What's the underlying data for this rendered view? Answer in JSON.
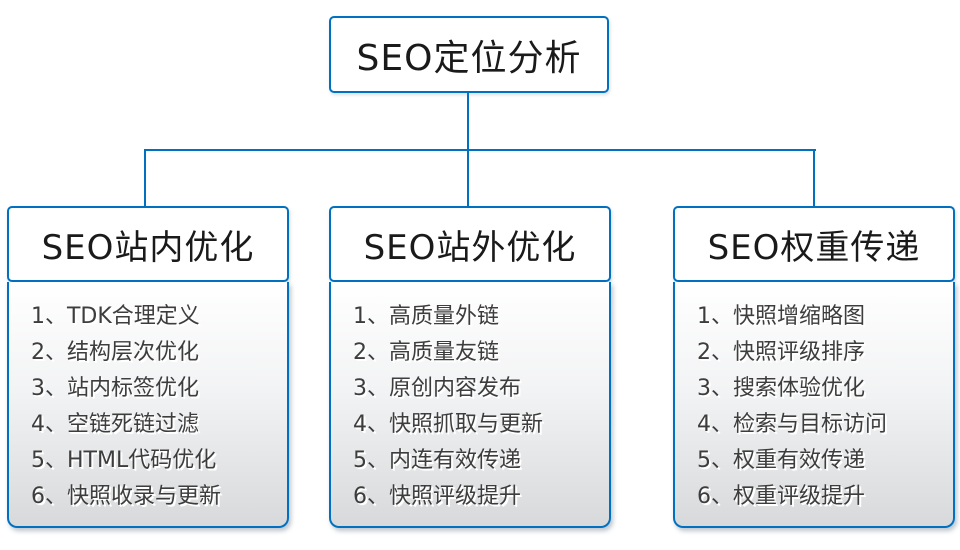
{
  "colors": {
    "line_blue": "#0070C0",
    "header_text": "#1a1a1a",
    "item_text": "#3d3d3d",
    "grad_top": "#ffffff",
    "grad_mid": "#f2f3f4",
    "grad_bottom": "#d7d9db"
  },
  "root": {
    "title": "SEO定位分析"
  },
  "columns": [
    {
      "title": "SEO站内优化",
      "items": [
        "1、TDK合理定义",
        "2、结构层次优化",
        "3、站内标签优化",
        "4、空链死链过滤",
        "5、HTML代码优化",
        "6、快照收录与更新"
      ]
    },
    {
      "title": "SEO站外优化",
      "items": [
        "1、高质量外链",
        "2、高质量友链",
        "3、原创内容发布",
        "4、快照抓取与更新",
        "5、内连有效传递",
        "6、快照评级提升"
      ]
    },
    {
      "title": "SEO权重传递",
      "items": [
        "1、快照增缩略图",
        "2、快照评级排序",
        "3、搜索体验优化",
        "4、检索与目标访问",
        "5、权重有效传递",
        "6、权重评级提升"
      ]
    }
  ]
}
